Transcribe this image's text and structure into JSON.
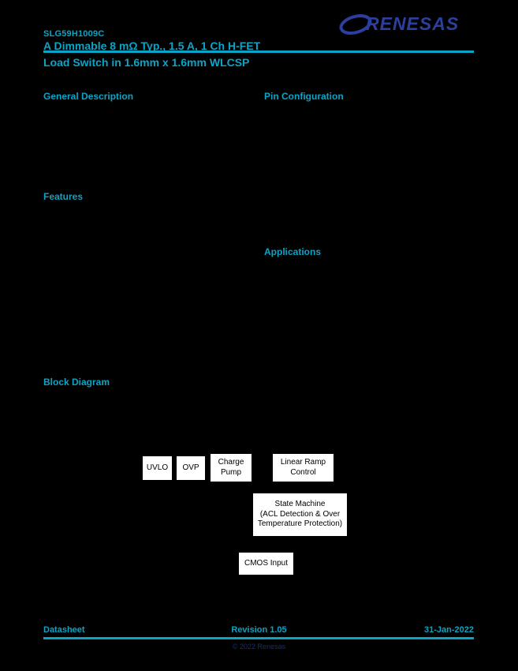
{
  "header": {
    "part_number": "SLG59H1009C",
    "title_line1": "A Dimmable 8 mΩ Typ., 1.5 A, 1 Ch H-FET",
    "title_line2": "Load Switch in 1.6mm x 1.6mm WLCSP",
    "logo_text": "RENESAS"
  },
  "sections": {
    "general_description": "General Description",
    "pin_configuration": "Pin Configuration",
    "features": "Features",
    "applications": "Applications",
    "block_diagram": "Block Diagram"
  },
  "block_diagram": {
    "boxes": {
      "uvlo": "UVLO",
      "ovp": "OVP",
      "charge_pump": "Charge\nPump",
      "linear_ramp_control": "Linear Ramp\nControl",
      "state_machine": "State Machine\n(ACL Detection & Over\nTemperature Protection)",
      "cmos_input": "CMOS Input"
    }
  },
  "footer": {
    "left": "Datasheet",
    "center": "Revision 1.05",
    "right": "31-Jan-2022",
    "copyright": "© 2022 Renesas"
  },
  "colors": {
    "accent_cyan": "#0aa4c6",
    "logo_blue": "#2b3f9e",
    "background": "#000000",
    "box_background": "#ffffff"
  }
}
